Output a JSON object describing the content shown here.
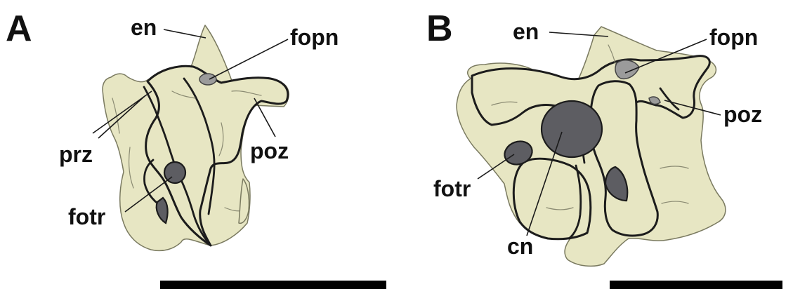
{
  "panel_a": {
    "panel_label": "A",
    "labels": {
      "en": "en",
      "fopn": "fopn",
      "prz": "prz",
      "poz": "poz",
      "fotr": "fotr"
    }
  },
  "panel_b": {
    "panel_label": "B",
    "labels": {
      "en": "en",
      "fopn": "fopn",
      "poz": "poz",
      "fotr": "fotr",
      "cn": "cn"
    }
  },
  "colors": {
    "bone": "#e7e6c3",
    "outline": "#1c1c1c",
    "foramen_light": "#9b9b9b",
    "foramen_dark": "#5d5d62",
    "scale_bar": "#000000"
  }
}
